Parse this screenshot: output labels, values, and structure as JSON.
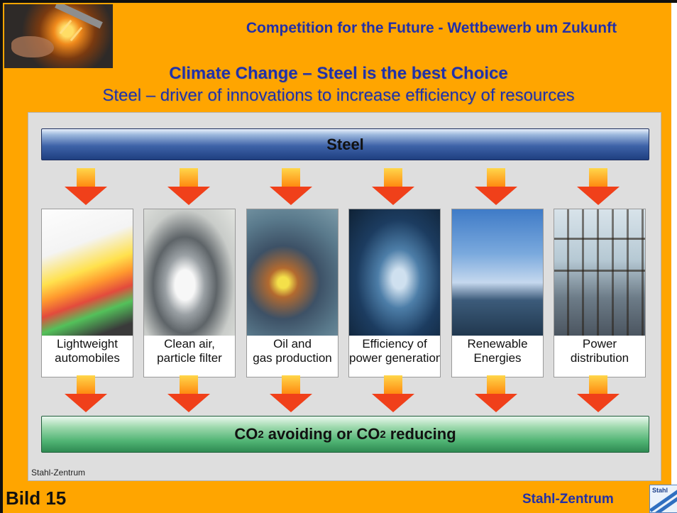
{
  "header": {
    "top_title": "Competition for the Future - Wettbewerb um Zukunft",
    "main_title": "Climate Change – Steel is the best Choice",
    "subtitle": "Steel – driver of innovations to increase efficiency of resources"
  },
  "diagram": {
    "top_bar": "Steel",
    "panels": [
      {
        "line1": "Lightweight",
        "line2": "automobiles",
        "image": "car-body-frame-image"
      },
      {
        "line1": "Clean air,",
        "line2": "particle filter",
        "image": "particle-filter-image"
      },
      {
        "line1": "Oil and",
        "line2": "gas production",
        "image": "offshore-platform-image"
      },
      {
        "line1": "Efficiency of",
        "line2": "power generation",
        "image": "turbine-image"
      },
      {
        "line1": "Renewable",
        "line2": "Energies",
        "image": "wind-turbines-image"
      },
      {
        "line1": "Power",
        "line2": "distribution",
        "image": "power-lines-image"
      }
    ],
    "bottom_bar": {
      "word1": "CO",
      "sub1": "2",
      "middle": "avoiding or CO",
      "sub2": "2",
      "end": "reducing"
    },
    "credit": "Stahl-Zentrum"
  },
  "footer": {
    "slide_label": "Bild 15",
    "brand": "Stahl-Zentrum",
    "logo_text": "Stahl"
  },
  "colors": {
    "background": "#FFA500",
    "title_blue": "#2230a8",
    "steel_bar": "#3e63a8",
    "co2_bar": "#4fb373",
    "arrow_red": "#f0401a",
    "arrow_yellow": "#ffd64a"
  }
}
